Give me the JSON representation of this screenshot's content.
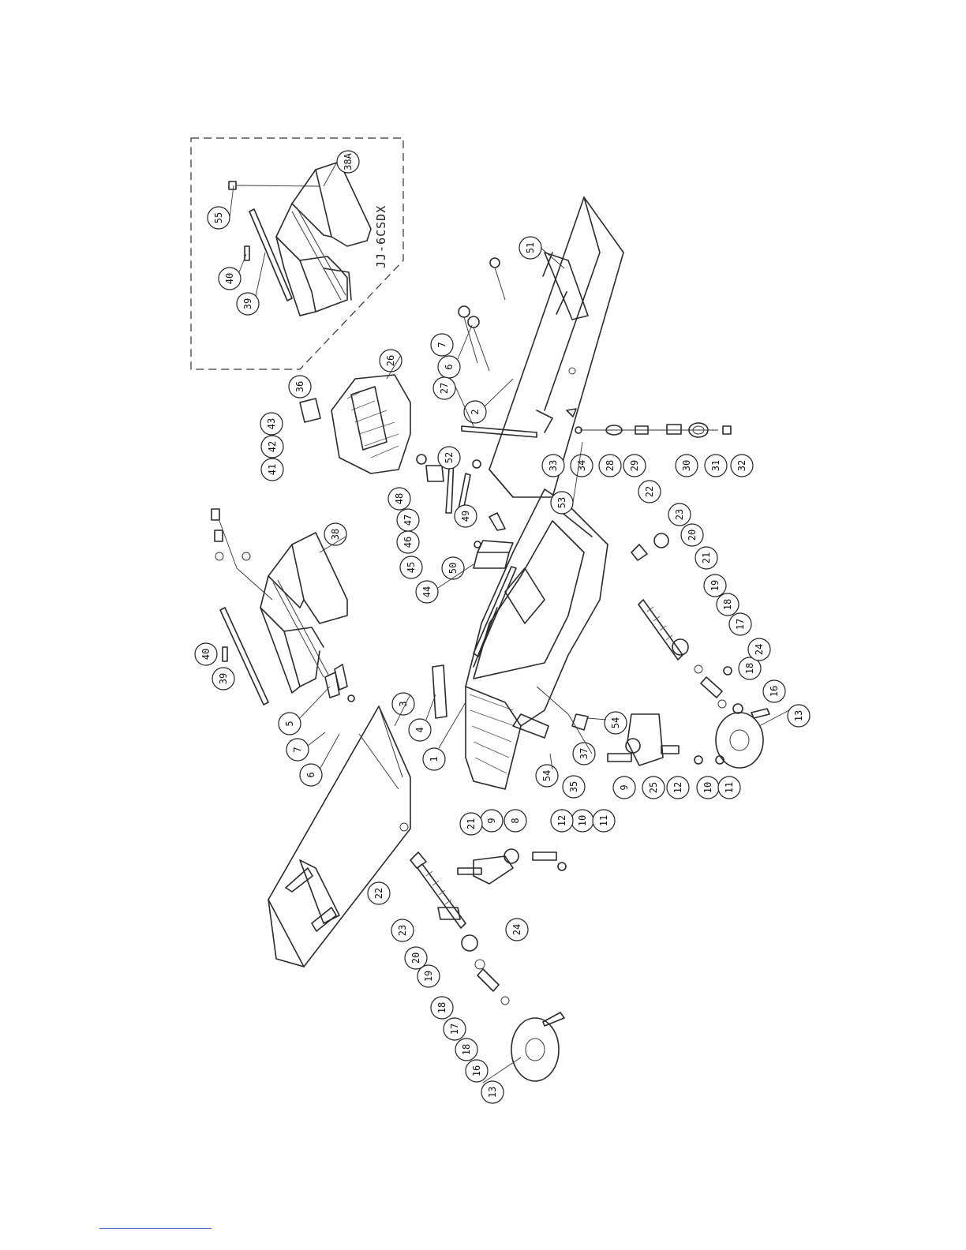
{
  "inset": {
    "model_label": "JJ-6CSDX",
    "callouts": [
      "38A",
      "55",
      "40",
      "39"
    ]
  },
  "callouts": [
    "1",
    "2",
    "3",
    "4",
    "5",
    "6",
    "6",
    "7",
    "7",
    "8",
    "9",
    "9",
    "10",
    "10",
    "11",
    "11",
    "12",
    "12",
    "13",
    "13",
    "16",
    "16",
    "17",
    "17",
    "18",
    "18",
    "18",
    "18",
    "19",
    "19",
    "20",
    "20",
    "21",
    "21",
    "22",
    "22",
    "23",
    "23",
    "24",
    "24",
    "25",
    "26",
    "27",
    "28",
    "29",
    "30",
    "31",
    "32",
    "33",
    "34",
    "35",
    "36",
    "37",
    "38",
    "39",
    "40",
    "41",
    "42",
    "43",
    "44",
    "45",
    "46",
    "47",
    "48",
    "49",
    "50",
    "51",
    "52",
    "53",
    "54",
    "54"
  ],
  "footer": {
    "link_color": "#3355cc"
  }
}
